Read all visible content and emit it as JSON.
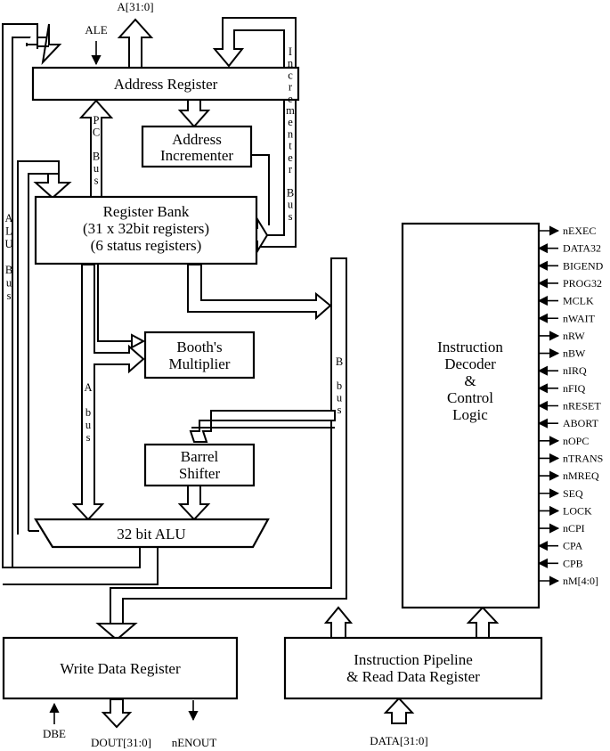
{
  "blocks": {
    "address_register": "Address Register",
    "address_incrementer": [
      "Address",
      "Incrementer"
    ],
    "register_bank": [
      "Register Bank",
      "(31 x 32bit registers)",
      "(6 status registers)"
    ],
    "booths_multiplier": [
      "Booth's",
      "Multiplier"
    ],
    "barrel_shifter": [
      "Barrel",
      "Shifter"
    ],
    "alu": "32 bit ALU",
    "write_data_register": "Write Data Register",
    "instruction_pipeline": [
      "Instruction Pipeline",
      "& Read Data Register"
    ],
    "instruction_decoder": [
      "Instruction",
      "Decoder",
      "&",
      "Control",
      "Logic"
    ]
  },
  "bus_labels": {
    "alu_bus": [
      "A",
      "L",
      "U",
      "",
      "B",
      "u",
      "s"
    ],
    "pc_bus": [
      "P",
      "C",
      "",
      "B",
      "u",
      "s"
    ],
    "incrementer_bus": [
      "I",
      "n",
      "c",
      "r",
      "e",
      "m",
      "e",
      "n",
      "t",
      "e",
      "r",
      "",
      "B",
      "u",
      "s"
    ],
    "a_bus": [
      "A",
      "",
      "b",
      "u",
      "s"
    ],
    "b_bus": [
      "B",
      "",
      "b",
      "u",
      "s"
    ]
  },
  "external_signals": {
    "address_out": "A[31:0]",
    "ale": "ALE",
    "dbe": "DBE",
    "dout": "DOUT[31:0]",
    "nenout": "nENOUT",
    "data_in": "DATA[31:0]"
  },
  "control_signals": [
    {
      "name": "nEXEC",
      "dir": "out"
    },
    {
      "name": "DATA32",
      "dir": "in"
    },
    {
      "name": "BIGEND",
      "dir": "in"
    },
    {
      "name": "PROG32",
      "dir": "in"
    },
    {
      "name": "MCLK",
      "dir": "in"
    },
    {
      "name": "nWAIT",
      "dir": "in"
    },
    {
      "name": "nRW",
      "dir": "out"
    },
    {
      "name": "nBW",
      "dir": "out"
    },
    {
      "name": "nIRQ",
      "dir": "in"
    },
    {
      "name": "nFIQ",
      "dir": "in"
    },
    {
      "name": "nRESET",
      "dir": "in"
    },
    {
      "name": "ABORT",
      "dir": "in"
    },
    {
      "name": "nOPC",
      "dir": "out"
    },
    {
      "name": "nTRANS",
      "dir": "out"
    },
    {
      "name": "nMREQ",
      "dir": "out"
    },
    {
      "name": "SEQ",
      "dir": "out"
    },
    {
      "name": "LOCK",
      "dir": "out"
    },
    {
      "name": "nCPI",
      "dir": "out"
    },
    {
      "name": "CPA",
      "dir": "in"
    },
    {
      "name": "CPB",
      "dir": "in"
    },
    {
      "name": "nM[4:0]",
      "dir": "out"
    }
  ]
}
